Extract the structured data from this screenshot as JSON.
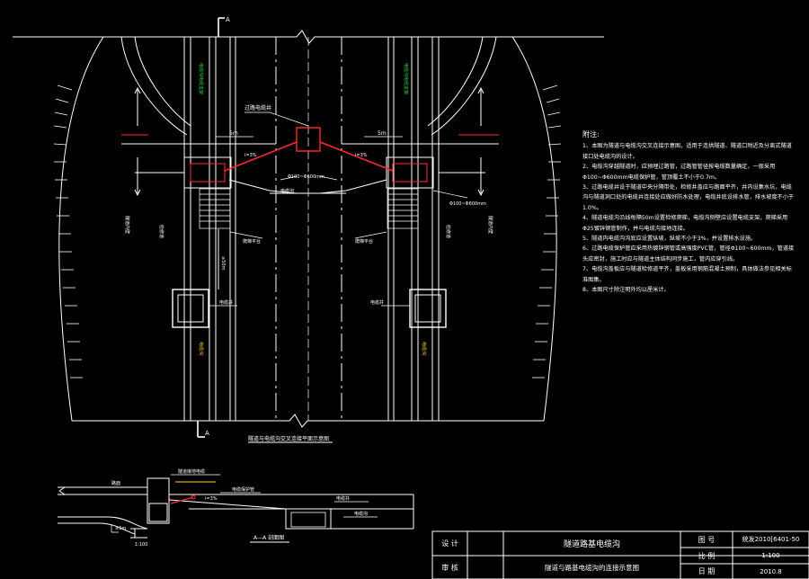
{
  "markers": {
    "section_top": "A",
    "section_bottom": "A"
  },
  "plan_title": "隧道与电缆沟交叉连接平面示意图",
  "section_title": "A—A 剖面图",
  "labels": {
    "manhole_top": "过路电缆井",
    "span_left": "5m",
    "span_right": "5m",
    "slope_left": "i=3%",
    "slope_right": "i=3%",
    "pipe_left": "Φ100~Φ600mm",
    "pipe_right": "Φ100~Φ600mm",
    "cable_trench_left": "电缆沟",
    "cable_trench_right": "电缆沟",
    "cable_well_left": "电缆井",
    "cable_well_right": "电缆井",
    "ladder_left": "爬梯平台",
    "ladder_right": "爬梯平台",
    "dim_vertical": "≥50m",
    "side_left": "检修道",
    "side_right": "检修道",
    "tunnel_left": "隧道内壁",
    "tunnel_right": "隧道内壁"
  },
  "section_labels": {
    "road": "路面",
    "top_label": "隧道接地电缆",
    "slope": "i=3%",
    "pipe": "电缆保护管",
    "well": "电缆井",
    "trench": "电缆沟",
    "dim1": "≥1m",
    "dim2": "1:100"
  },
  "notes": {
    "title": "附注:",
    "items": [
      "1、本图为隧道与电缆沟交叉连接示意图，适用于连拱隧道、隧道口附近及分离式隧道接口处电缆沟的设计。",
      "2、电缆沟穿越隧道时，应预埋过路管，过路管管径按电缆数量确定，一般采用Φ100~Φ600mm电缆保护管，管顶覆土不小于0.7m。",
      "3、过路电缆井设于隧道中央分隔带处，检修井盖应与路面平齐，井内设集水坑，电缆沟与隧道洞口处的电缆井连接处应做好防水处理，电缆井底设排水管，排水坡度不小于1.0%。",
      "4、隧道电缆沟沿线每隔50m设置检修爬梯，电缆沟侧壁应设置电缆支架，爬梯采用Φ25镀锌钢管制作，并与电缆沟接地连接。",
      "5、隧道内电缆沟沟底应设置纵坡，纵坡不小于3%，并设置排水设施。",
      "6、过路电缆保护管应采用热镀锌钢管或高强度PVC管，管径Φ100~600mm，管道接头应密封，施工时应与隧道主体结构同步施工，管内应穿引线。",
      "7、电缆沟盖板应与隧道检修道平齐，盖板采用钢筋混凝土预制，具体做法参见相关标准图集。",
      "8、本图尺寸除注明外均以厘米计。"
    ]
  },
  "title_block": {
    "design_label": "设 计",
    "review_label": "审 核",
    "drawing_name": "隧道路基电缆沟",
    "drawing_subtitle": "隧道与路基电缆沟的连接示意图",
    "no_label": "图 号",
    "no_value": "统发2010[6401-50",
    "scale_label": "比 例",
    "scale_value": "1:100",
    "date_label": "日 期",
    "date_value": "2010.8"
  },
  "colors": {
    "line": "#ffffff",
    "accent": "#ff2b2b",
    "green": "#2fd24a",
    "yellow": "#ffd21a"
  }
}
